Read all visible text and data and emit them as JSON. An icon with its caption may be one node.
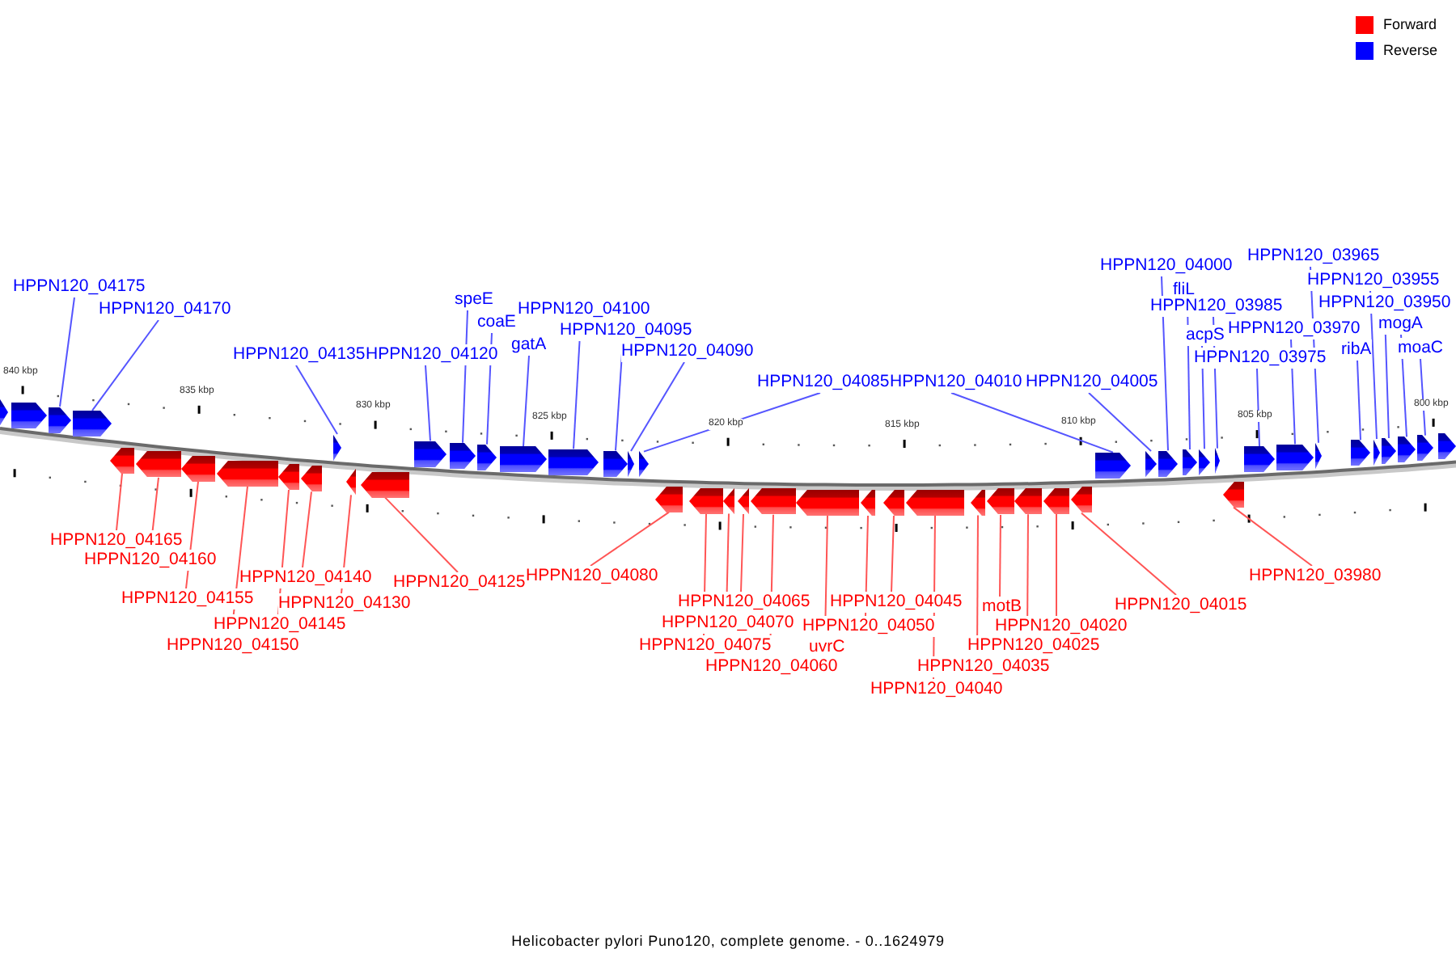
{
  "diagram": {
    "caption": "Helicobacter pylori Puno120, complete genome. - 0..1624979",
    "nodes": [
      {
        "text": [
          "HPPN120_04175"
        ]
      },
      {
        "text": [
          "HPPN120_04170"
        ]
      },
      {
        "text": [
          "HPPN120_04135"
        ]
      },
      {
        "text": [
          "HPPN120_04120"
        ]
      },
      {
        "text": [
          "speE"
        ]
      },
      {
        "text": [
          "coaE"
        ]
      },
      {
        "text": [
          "gatA"
        ]
      },
      {
        "text": [
          "HPPN120_04100"
        ]
      },
      {
        "text": [
          "HPPN120_04095"
        ]
      },
      {
        "text": [
          "HPPN120_04090"
        ]
      },
      {
        "text": [
          "HPPN120_04085"
        ]
      },
      {
        "text": [
          "HPPN120_04010"
        ]
      },
      {
        "text": [
          "HPPN120_04005"
        ]
      },
      {
        "text": [
          "HPPN120_04000"
        ]
      },
      {
        "text": [
          "fliL"
        ]
      },
      {
        "text": [
          "HPPN120_03985"
        ]
      },
      {
        "text": [
          "acpS"
        ]
      },
      {
        "text": [
          "HPPN120_03975"
        ]
      },
      {
        "text": [
          "HPPN120_03970"
        ]
      },
      {
        "text": [
          "HPPN120_03965"
        ]
      },
      {
        "text": [
          "HPPN120_03955"
        ]
      },
      {
        "text": [
          "HPPN120_03950"
        ]
      },
      {
        "text": [
          "ribA"
        ]
      },
      {
        "text": [
          "mogA"
        ]
      },
      {
        "text": [
          "moaC"
        ]
      },
      {
        "text": [],
        "shape": "arrow"
      },
      {
        "text": [],
        "shape": "arrow"
      },
      {
        "text": [],
        "shape": "arrow"
      },
      {
        "text": [],
        "shape": "arrow"
      },
      {
        "text": [],
        "shape": "arrow"
      },
      {
        "text": [],
        "shape": "arrow"
      },
      {
        "text": [],
        "shape": "arrow"
      },
      {
        "text": [],
        "shape": "arrow"
      },
      {
        "text": [],
        "shape": "arrow"
      },
      {
        "text": [],
        "shape": "arrow"
      },
      {
        "text": [],
        "shape": "arrow"
      },
      {
        "text": [],
        "shape": "arrow"
      },
      {
        "text": [],
        "shape": "arrow"
      },
      {
        "text": [],
        "shape": "arrow"
      },
      {
        "text": [],
        "shape": "arrow"
      },
      {
        "text": [],
        "shape": "arrow"
      },
      {
        "text": [],
        "shape": "arrow"
      },
      {
        "text": [],
        "shape": "arrow"
      },
      {
        "text": [],
        "shape": "arrow"
      },
      {
        "text": [],
        "shape": "arrow"
      },
      {
        "text": [],
        "shape": "arrow"
      },
      {
        "text": [],
        "shape": "arrow"
      },
      {
        "text": [],
        "shape": "arrow"
      },
      {
        "text": [],
        "shape": "arrow"
      },
      {
        "text": [],
        "shape": "arrow"
      },
      {
        "text": [],
        "shape": "arrow"
      },
      {
        "text": [],
        "shape": "arrow"
      },
      {
        "text": [],
        "shape": "arrow"
      },
      {
        "text": [],
        "shape": "arrow"
      },
      {
        "text": [],
        "shape": "arrow"
      },
      {
        "text": [],
        "shape": "arrow"
      },
      {
        "text": [],
        "shape": "arrow"
      },
      {
        "text": [],
        "shape": "arrow"
      },
      {
        "text": [],
        "shape": "arrow"
      },
      {
        "text": [],
        "shape": "arrow"
      },
      {
        "text": [],
        "shape": "arrow"
      },
      {
        "text": [],
        "shape": "arrow"
      },
      {
        "text": [],
        "shape": "arrow"
      },
      {
        "text": [],
        "shape": "arrow"
      },
      {
        "text": [],
        "shape": "arrow"
      },
      {
        "text": [],
        "shape": "arrow"
      },
      {
        "text": [],
        "shape": "arrow"
      },
      {
        "text": [],
        "shape": "arrow"
      },
      {
        "text": [],
        "shape": "arrow"
      },
      {
        "text": [],
        "shape": "arrow"
      },
      {
        "text": [],
        "shape": "arrow"
      },
      {
        "text": [],
        "shape": "arrow"
      },
      {
        "text": [],
        "shape": "arrow"
      },
      {
        "text": [],
        "shape": "arrow"
      },
      {
        "text": [],
        "shape": "arrow"
      },
      {
        "text": [],
        "shape": "arrow"
      },
      {
        "text": [
          "HPPN120_04165"
        ]
      },
      {
        "text": [
          "HPPN120_04160"
        ]
      },
      {
        "text": [
          "HPPN120_04155"
        ]
      },
      {
        "text": [
          "HPPN120_04150"
        ]
      },
      {
        "text": [
          "HPPN120_04145"
        ]
      },
      {
        "text": [
          "HPPN120_04140"
        ]
      },
      {
        "text": [
          "HPPN120_04130"
        ]
      },
      {
        "text": [
          "HPPN120_04125"
        ]
      },
      {
        "text": [
          "HPPN120_04080"
        ]
      },
      {
        "text": [
          "HPPN120_04065"
        ]
      },
      {
        "text": [
          "HPPN120_04070"
        ]
      },
      {
        "text": [
          "HPPN120_04075"
        ]
      },
      {
        "text": [
          "HPPN120_04060"
        ]
      },
      {
        "text": [
          "uvrC"
        ]
      },
      {
        "text": [
          "HPPN120_04050"
        ]
      },
      {
        "text": [
          "HPPN120_04045"
        ]
      },
      {
        "text": [
          "HPPN120_04040"
        ]
      },
      {
        "text": [
          "HPPN120_04035"
        ]
      },
      {
        "text": [
          "motB"
        ]
      },
      {
        "text": [
          "HPPN120_04025"
        ]
      },
      {
        "text": [
          "HPPN120_04020"
        ]
      },
      {
        "text": [
          "HPPN120_04015"
        ]
      },
      {
        "text": [
          "HPPN120_03980"
        ]
      }
    ],
    "edges": [
      {
        "from": 0,
        "to": 27,
        "arrow": "none"
      },
      {
        "from": 1,
        "to": 28,
        "arrow": "none"
      },
      {
        "from": 2,
        "to": 29,
        "arrow": "none"
      },
      {
        "from": 3,
        "to": 30,
        "arrow": "none"
      },
      {
        "from": 4,
        "to": 31,
        "arrow": "none"
      },
      {
        "from": 5,
        "to": 32,
        "arrow": "none"
      },
      {
        "from": 6,
        "to": 33,
        "arrow": "none"
      },
      {
        "from": 7,
        "to": 34,
        "arrow": "none"
      },
      {
        "from": 8,
        "to": 35,
        "arrow": "none"
      },
      {
        "from": 9,
        "to": 36,
        "arrow": "none"
      },
      {
        "from": 10,
        "to": 37,
        "arrow": "none"
      },
      {
        "from": 11,
        "to": 38,
        "arrow": "none"
      },
      {
        "from": 12,
        "to": 39,
        "arrow": "none"
      },
      {
        "from": 13,
        "to": 40,
        "arrow": "none"
      },
      {
        "from": 14,
        "to": 41,
        "arrow": "none"
      },
      {
        "from": 15,
        "to": 43,
        "arrow": "none"
      },
      {
        "from": 16,
        "to": 42,
        "arrow": "none"
      },
      {
        "from": 17,
        "to": 44,
        "arrow": "none"
      },
      {
        "from": 18,
        "to": 45,
        "arrow": "none"
      },
      {
        "from": 19,
        "to": 46,
        "arrow": "none"
      },
      {
        "from": 20,
        "to": 48,
        "arrow": "none"
      },
      {
        "from": 21,
        "to": 49,
        "arrow": "none"
      },
      {
        "from": 22,
        "to": 47,
        "arrow": "none"
      },
      {
        "from": 23,
        "to": 50,
        "arrow": "none"
      },
      {
        "from": 24,
        "to": 51,
        "arrow": "none"
      },
      {
        "from": 76,
        "to": 53,
        "arrow": "none",
        "color": "#ff5555"
      },
      {
        "from": 77,
        "to": 54,
        "arrow": "none",
        "color": "#ff5555"
      },
      {
        "from": 78,
        "to": 55,
        "arrow": "none",
        "color": "#ff5555"
      },
      {
        "from": 79,
        "to": 56,
        "arrow": "none",
        "color": "#ff5555"
      },
      {
        "from": 80,
        "to": 57,
        "arrow": "none",
        "color": "#ff5555"
      },
      {
        "from": 81,
        "to": 58,
        "arrow": "none",
        "color": "#ff5555"
      },
      {
        "from": 82,
        "to": 59,
        "arrow": "none",
        "color": "#ff5555"
      },
      {
        "from": 83,
        "to": 60,
        "arrow": "none",
        "color": "#ff5555"
      },
      {
        "from": 84,
        "to": 61,
        "arrow": "none",
        "color": "#ff5555"
      },
      {
        "from": 85,
        "to": 64,
        "arrow": "none",
        "color": "#ff5555"
      },
      {
        "from": 86,
        "to": 63,
        "arrow": "none",
        "color": "#ff5555"
      },
      {
        "from": 87,
        "to": 62,
        "arrow": "none",
        "color": "#ff5555"
      },
      {
        "from": 88,
        "to": 65,
        "arrow": "none",
        "color": "#ff5555"
      },
      {
        "from": 89,
        "to": 66,
        "arrow": "none",
        "color": "#ff5555"
      },
      {
        "from": 90,
        "to": 67,
        "arrow": "none",
        "color": "#ff5555"
      },
      {
        "from": 91,
        "to": 68,
        "arrow": "none",
        "color": "#ff5555"
      },
      {
        "from": 92,
        "to": 69,
        "arrow": "none",
        "color": "#ff5555"
      },
      {
        "from": 93,
        "to": 70,
        "arrow": "none",
        "color": "#ff5555"
      },
      {
        "from": 94,
        "to": 71,
        "arrow": "none",
        "color": "#ff5555"
      },
      {
        "from": 95,
        "to": 72,
        "arrow": "none",
        "color": "#ff5555"
      },
      {
        "from": 96,
        "to": 73,
        "arrow": "none",
        "color": "#ff5555"
      },
      {
        "from": 97,
        "to": 74,
        "arrow": "none",
        "color": "#ff5555"
      },
      {
        "from": 98,
        "to": 75,
        "arrow": "none",
        "color": "#ff5555"
      }
    ],
    "labels": [
      "840 kbp",
      "835 kbp",
      "830 kbp",
      "825 kbp",
      "820 kbp",
      "815 kbp",
      "810 kbp",
      "805 kbp",
      "800 kbp"
    ],
    "legend": [
      {
        "text": "Forward",
        "color": "#ff0000"
      },
      {
        "text": "Reverse",
        "color": "#0000ff"
      }
    ]
  }
}
